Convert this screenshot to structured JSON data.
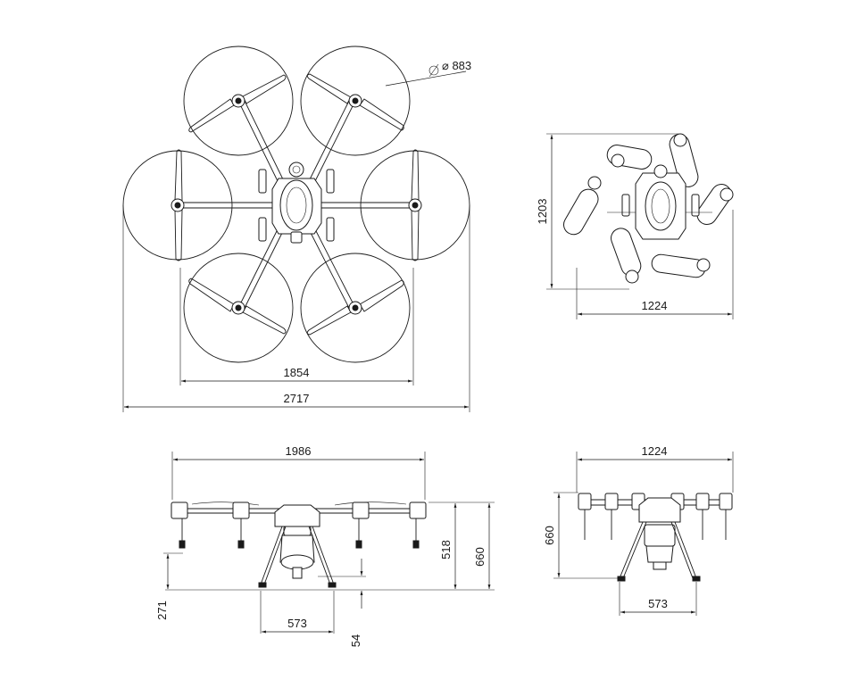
{
  "top_view": {
    "rotor_diameter_label": "⌀ 883",
    "inner_width": "1854",
    "overall_width": "2717"
  },
  "folded_view": {
    "height": "1203",
    "width": "1224"
  },
  "front_view": {
    "span": "1986",
    "arm_height": "518",
    "total_height": "660",
    "nozzle_drop": "271",
    "leg_spread": "573",
    "tank_clearance": "54"
  },
  "side_view": {
    "width": "1224",
    "height": "660",
    "leg_spread": "573"
  }
}
